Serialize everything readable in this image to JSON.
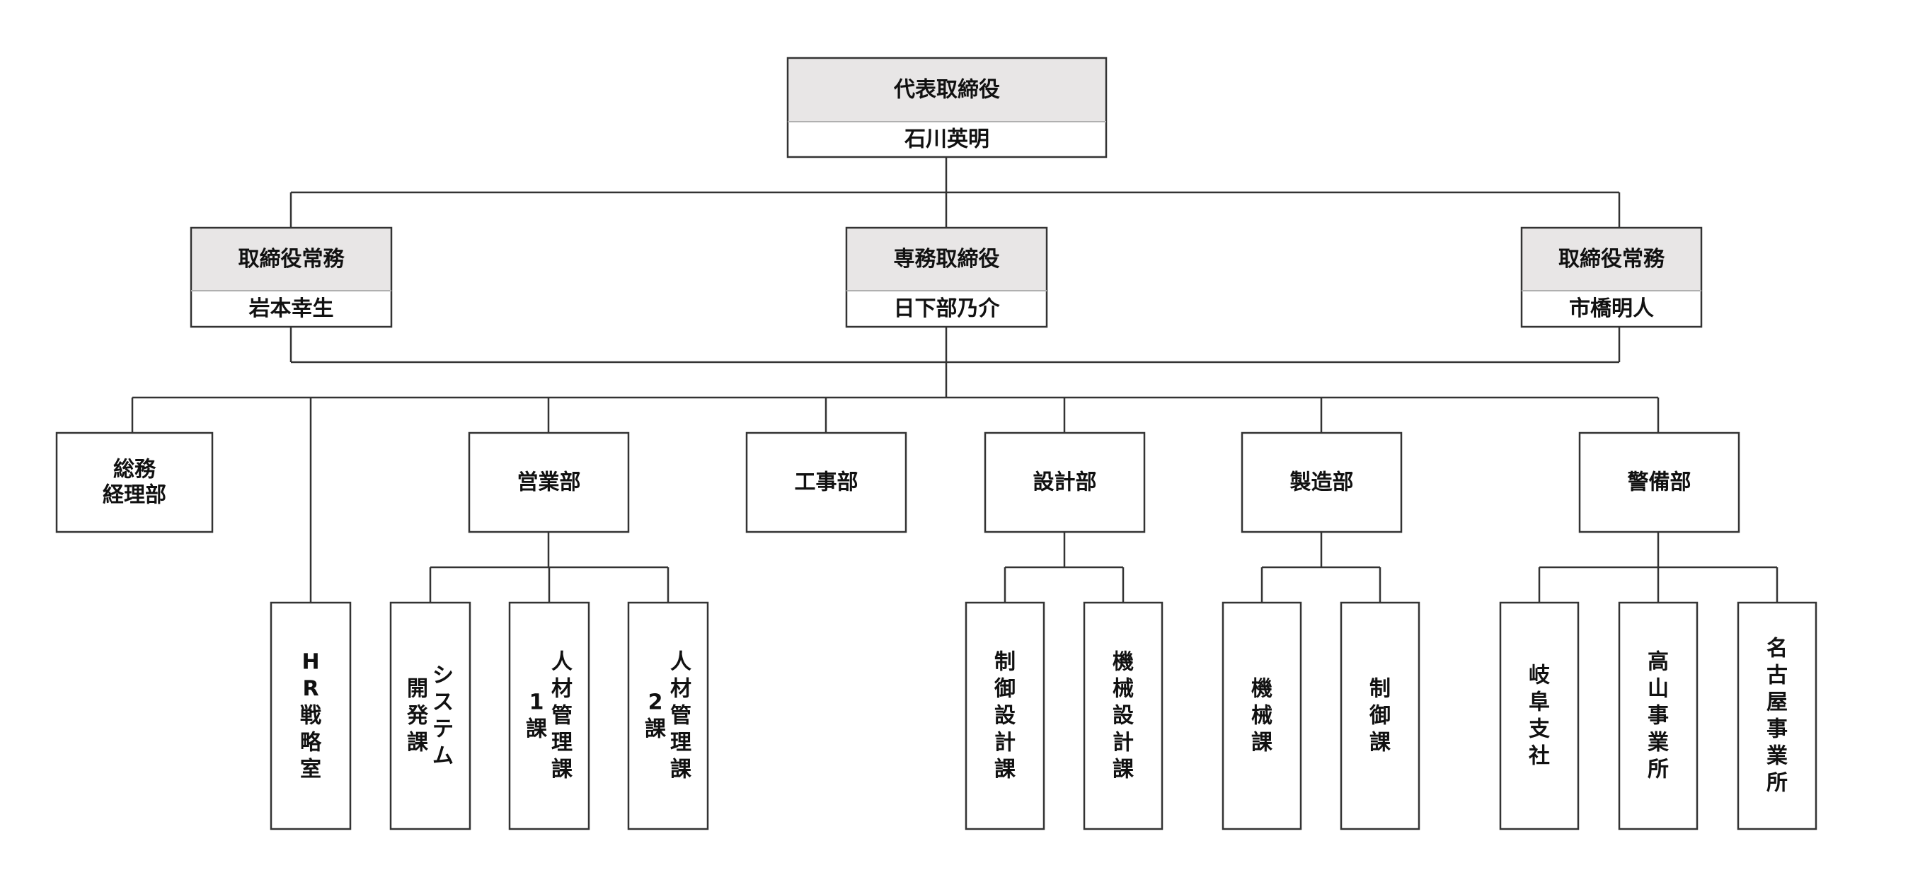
{
  "exec": [
    {
      "id": "ceo",
      "title": "代表取締役",
      "name": "石川英明"
    },
    {
      "id": "left",
      "title": "取締役常務",
      "name": "岩本幸生"
    },
    {
      "id": "mid",
      "title": "専務取締役",
      "name": "日下部乃介"
    },
    {
      "id": "right",
      "title": "取締役常務",
      "name": "市橋明人"
    }
  ],
  "departments": [
    {
      "id": "somu",
      "lines": [
        "総務",
        "経理部"
      ]
    },
    {
      "id": "eigyo",
      "lines": [
        "営業部"
      ]
    },
    {
      "id": "koji",
      "lines": [
        "工事部"
      ]
    },
    {
      "id": "sekkei",
      "lines": [
        "設計部"
      ]
    },
    {
      "id": "seizo",
      "lines": [
        "製造部"
      ]
    },
    {
      "id": "keibi",
      "lines": [
        "警備部"
      ]
    }
  ],
  "sections": [
    {
      "id": "hr",
      "cols": [
        "HR戦略室"
      ]
    },
    {
      "id": "system",
      "cols": [
        "システム",
        "開発課"
      ]
    },
    {
      "id": "jinzai1",
      "cols": [
        "人材管理課",
        "1課"
      ]
    },
    {
      "id": "jinzai2",
      "cols": [
        "人材管理課",
        "2課"
      ]
    },
    {
      "id": "seigyo-sekkei",
      "cols": [
        "制御設計課"
      ]
    },
    {
      "id": "kikai-sekkei",
      "cols": [
        "機械設計課"
      ]
    },
    {
      "id": "kikai",
      "cols": [
        "機械課"
      ]
    },
    {
      "id": "seigyo",
      "cols": [
        "制御課"
      ]
    },
    {
      "id": "gifu",
      "cols": [
        "岐阜支社"
      ]
    },
    {
      "id": "takayama",
      "cols": [
        "高山事業所"
      ]
    },
    {
      "id": "nagoya",
      "cols": [
        "名古屋事業所"
      ]
    }
  ]
}
